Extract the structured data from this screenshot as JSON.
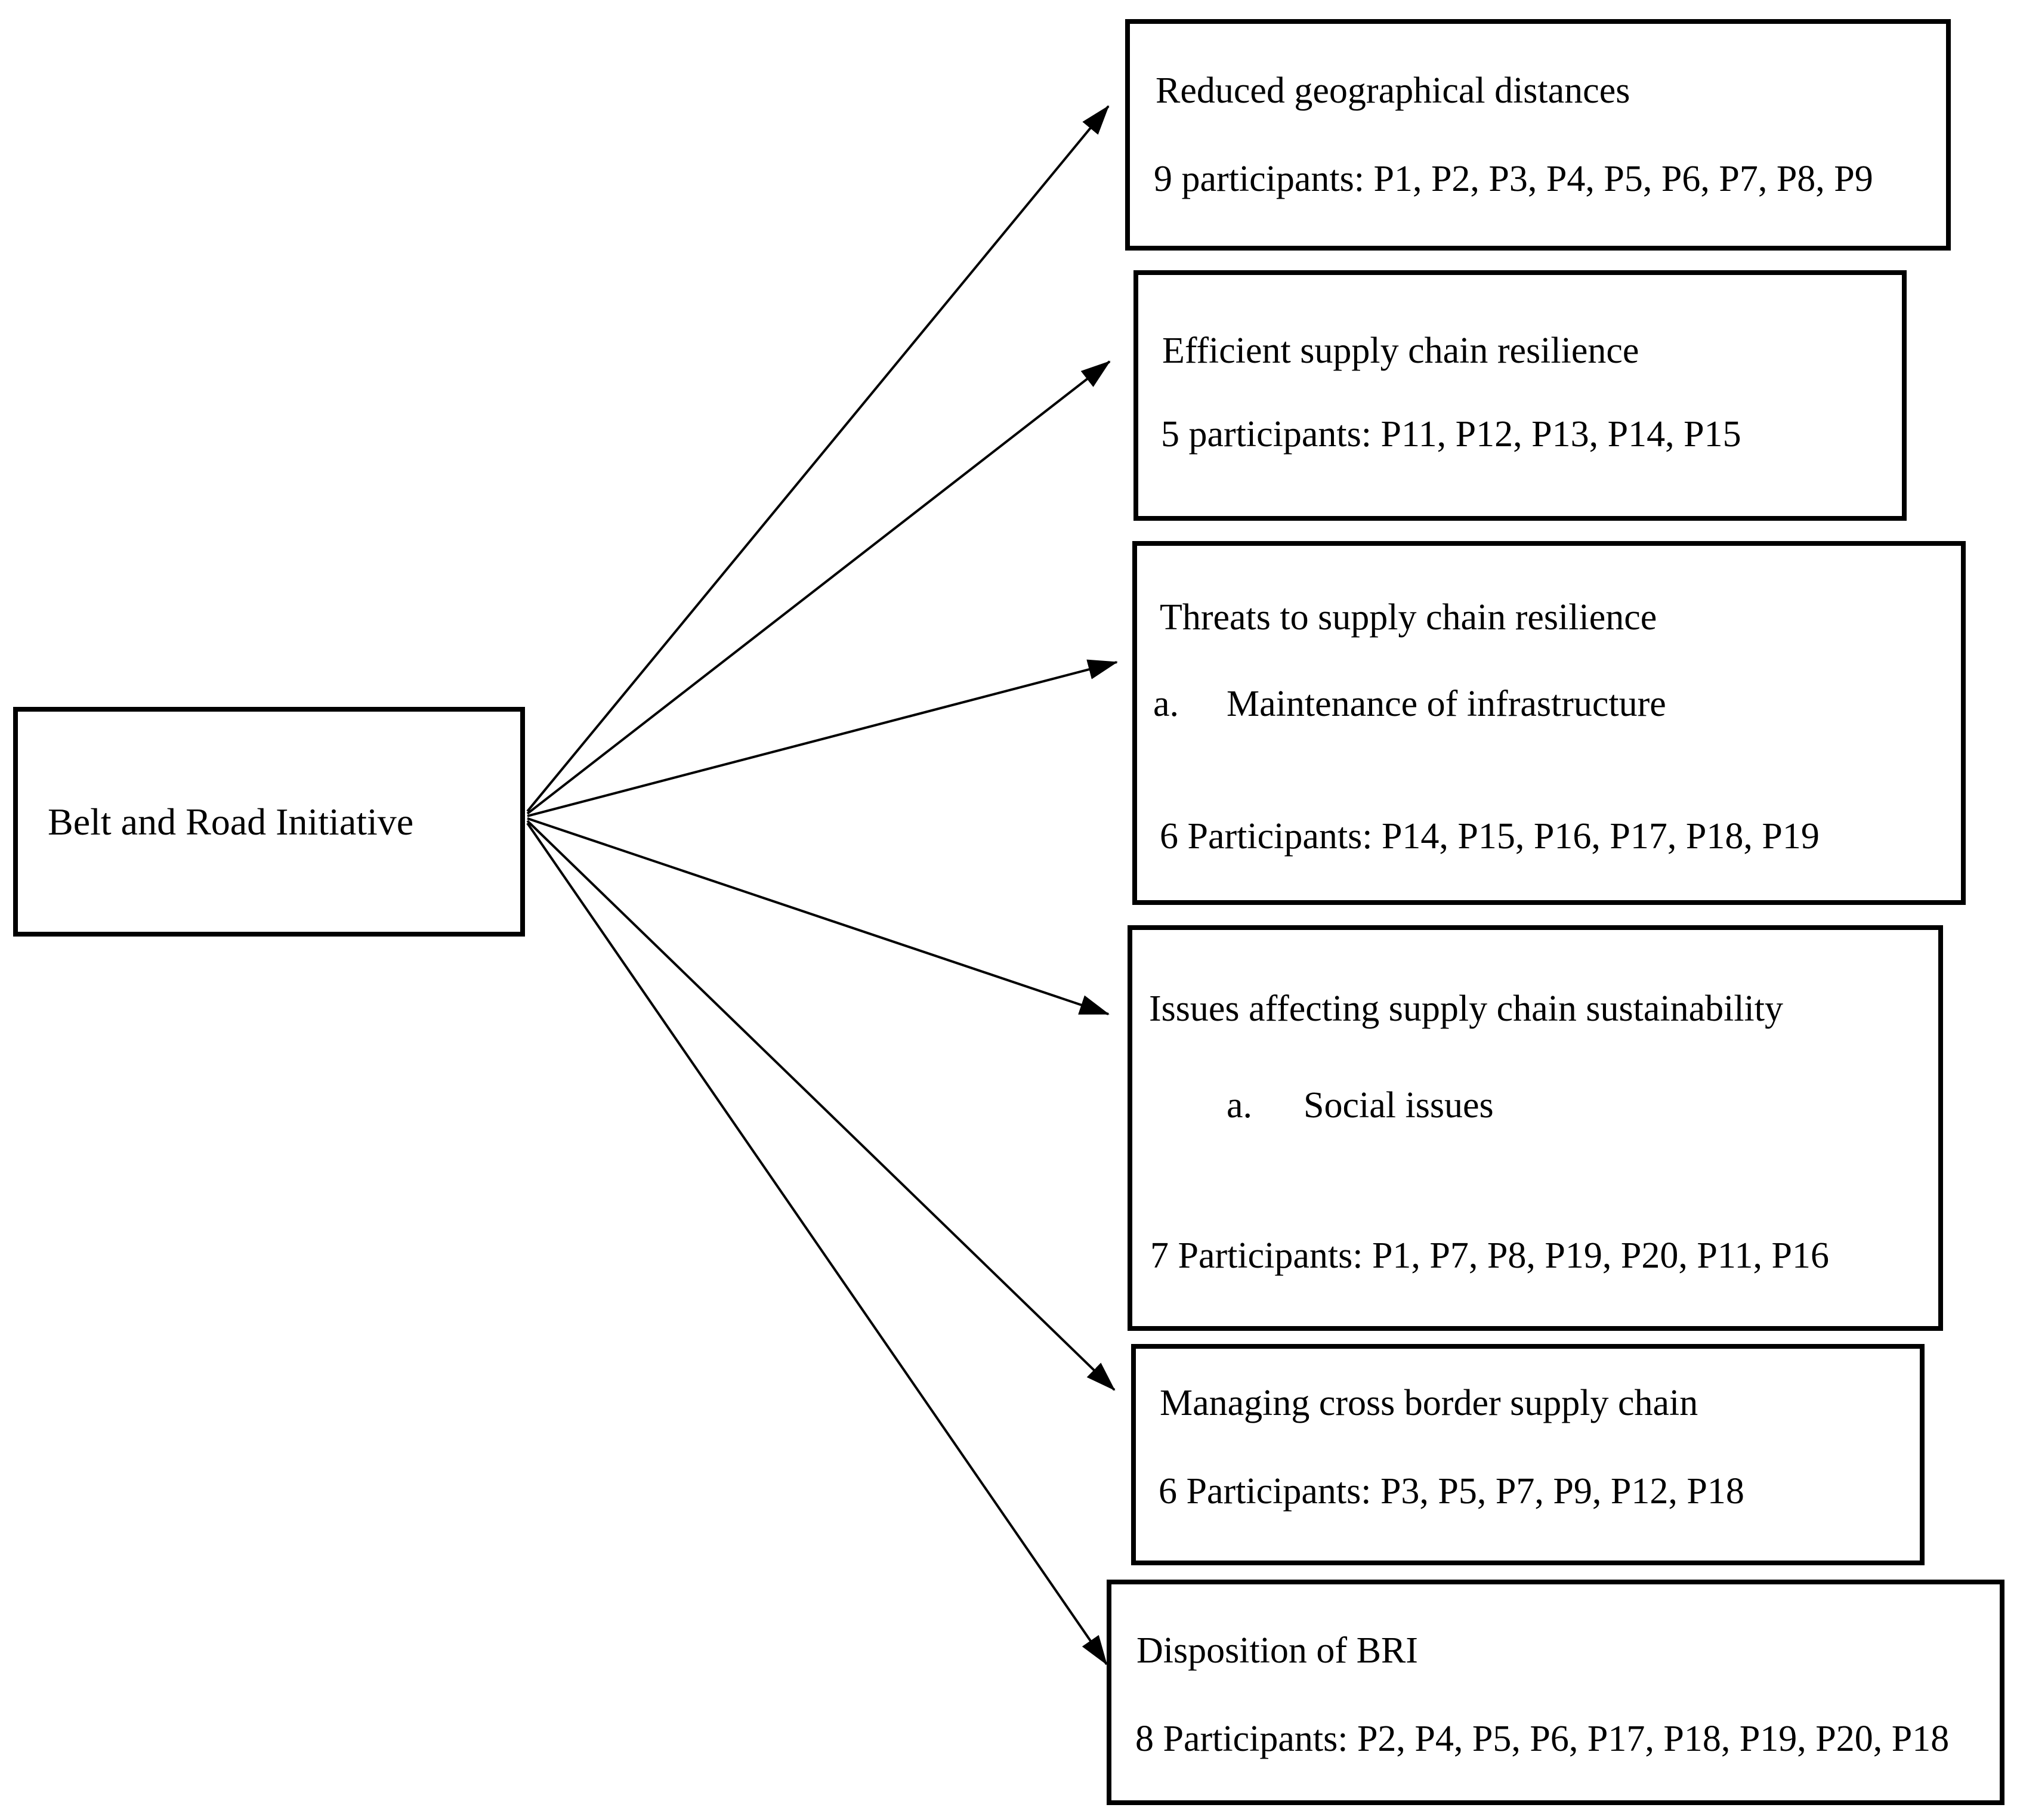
{
  "diagram": {
    "root": {
      "label": "Belt and Road Initiative"
    },
    "themes": [
      {
        "title": "Reduced geographical distances",
        "participants": "9 participants: P1, P2, P3, P4, P5, P6, P7, P8, P9"
      },
      {
        "title": "Efficient supply chain resilience",
        "participants": "5 participants: P11, P12, P13, P14, P15"
      },
      {
        "title": "Threats to supply chain resilience",
        "sub_marker": "a.",
        "sub_item": "Maintenance of infrastructure",
        "participants": "6 Participants: P14, P15, P16, P17, P18, P19"
      },
      {
        "title": "Issues affecting supply chain sustainability",
        "sub_marker": "a.",
        "sub_item": "Social issues",
        "participants": "7 Participants: P1, P7, P8, P19, P20, P11, P16"
      },
      {
        "title": "Managing cross border supply chain",
        "participants": "6 Participants: P3, P5, P7, P9, P12, P18"
      },
      {
        "title": "Disposition of BRI",
        "participants": "8 Participants: P2, P4, P5, P6, P17, P18, P19, P20, P18"
      }
    ],
    "colors": {
      "background": "#ffffff",
      "border": "#000000",
      "text": "#000000",
      "arrow": "#000000"
    }
  }
}
